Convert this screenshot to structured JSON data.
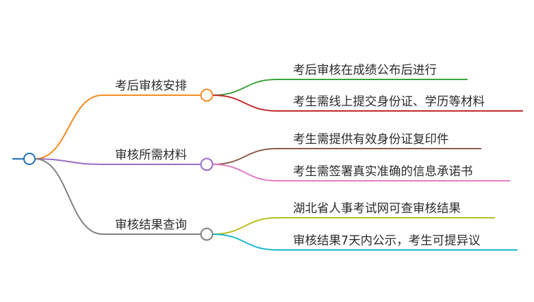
{
  "root": {
    "color": "#1f6fb5",
    "icon": "circle-node"
  },
  "branches": [
    {
      "label": "考后审核安排",
      "color": "#f58a1f",
      "children": [
        {
          "label": "考后审核在成绩公布后进行",
          "color": "#3aa23a"
        },
        {
          "label": "考生需线上提交身份证、学历等材料",
          "color": "#c4282b"
        }
      ]
    },
    {
      "label": "审核所需材料",
      "color": "#9a6ac4",
      "children": [
        {
          "label": "考生需提供有效身份证复印件",
          "color": "#8b5a4a"
        },
        {
          "label": "考生需签署真实准确的信息承诺书",
          "color": "#e27bc4"
        }
      ]
    },
    {
      "label": "审核结果查询",
      "color": "#7f7f7f",
      "children": [
        {
          "label": "湖北省人事考试网可查审核结果",
          "color": "#bcbd22"
        },
        {
          "label": "审核结果7天内公示，考生可提异议",
          "color": "#18b7cc"
        }
      ]
    }
  ]
}
